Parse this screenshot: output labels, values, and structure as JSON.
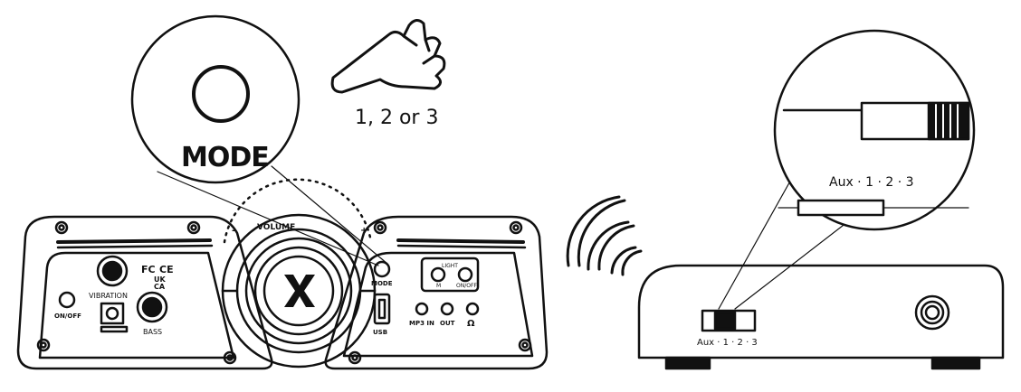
{
  "left_unit": {
    "zoom_label": "MODE",
    "instruction": "1, 2 or 3",
    "volume_label": "VOLUME",
    "minus": "-",
    "plus": "+",
    "fc_mark": "FC",
    "ce_mark": "CE",
    "ukca_line1": "UK",
    "ukca_line2": "CA",
    "vibration_label": "VIBRATION",
    "bass_label": "BASS",
    "onoff_label": "ON/OFF",
    "mode_label": "MODE",
    "usb_label": "USB",
    "light_label": "LIGHT",
    "light_m": "M",
    "light_onoff": "ON/OFF",
    "mp3_in": "MP3 IN",
    "out": "OUT",
    "headphone": "Ω",
    "logo_letter": "X"
  },
  "right_unit": {
    "zoom_switch_label": "Aux · 1 · 2 · 3",
    "switch_label": "Aux · 1 · 2 · 3"
  }
}
